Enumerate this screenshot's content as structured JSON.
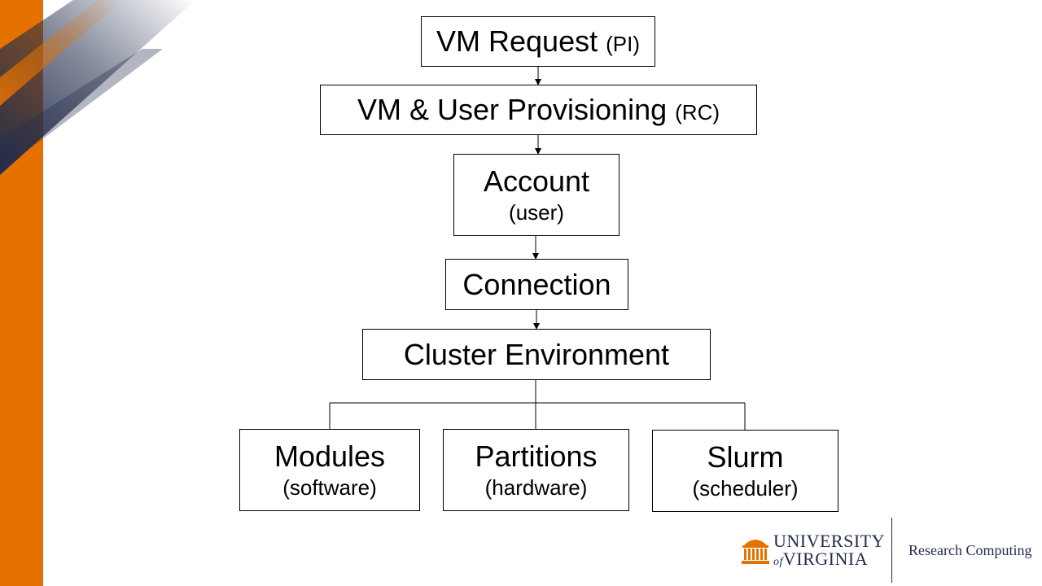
{
  "slide": {
    "colors": {
      "accent_orange": "#E57200",
      "navy": "#232D4B",
      "border": "#000000"
    }
  },
  "diagram": {
    "vm_request": {
      "title": "VM Request",
      "role": "(PI)"
    },
    "provisioning": {
      "title": "VM & User Provisioning",
      "role": "(RC)"
    },
    "account": {
      "title": "Account",
      "subtitle": "(user)"
    },
    "connection": {
      "title": "Connection"
    },
    "cluster": {
      "title": "Cluster Environment"
    },
    "modules": {
      "title": "Modules",
      "subtitle": "(software)"
    },
    "partitions": {
      "title": "Partitions",
      "subtitle": "(hardware)"
    },
    "slurm": {
      "title": "Slurm",
      "subtitle": "(scheduler)"
    }
  },
  "footer": {
    "university_line1": "UNIVERSITY",
    "university_of": "of",
    "university_line2": "VIRGINIA",
    "department": "Research Computing",
    "logo_icon": "rotunda-icon"
  }
}
